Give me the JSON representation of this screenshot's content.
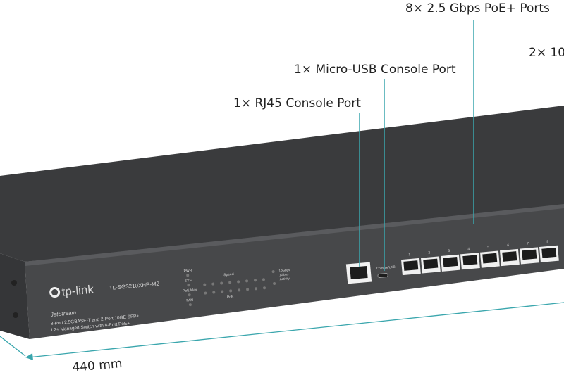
{
  "callouts": {
    "poe_ports": "8× 2.5 Gbps PoE+ Ports",
    "sfp_ports": "2× 10",
    "micro_usb": "1× Micro-USB Console Port",
    "rj45": "1× RJ45 Console Port"
  },
  "dimension": "440 mm",
  "panel": {
    "brand": "tp-link",
    "model": "TL-SG3210XHP-M2",
    "series": "JetStream",
    "desc_line1": "8-Port 2.5GBASE-T and 2-Port 10GE SFP+",
    "desc_line2": "L2+ Managed Switch with 8-Port PoE+",
    "led_labels": [
      "PWR",
      "SYS",
      "PoE Max",
      "FAN"
    ],
    "speed_label": "Speed",
    "poe_label": "PoE",
    "sfp_legend": [
      "10Gbps",
      "1Gbps",
      "Activity"
    ],
    "console_label": "Console/USB",
    "port_numbers": [
      "1",
      "2",
      "3",
      "4",
      "5",
      "6",
      "7",
      "8"
    ]
  },
  "colors": {
    "accent": "#3aa6ad",
    "body": "#3c3d3f",
    "front": "#4a4b4d"
  }
}
